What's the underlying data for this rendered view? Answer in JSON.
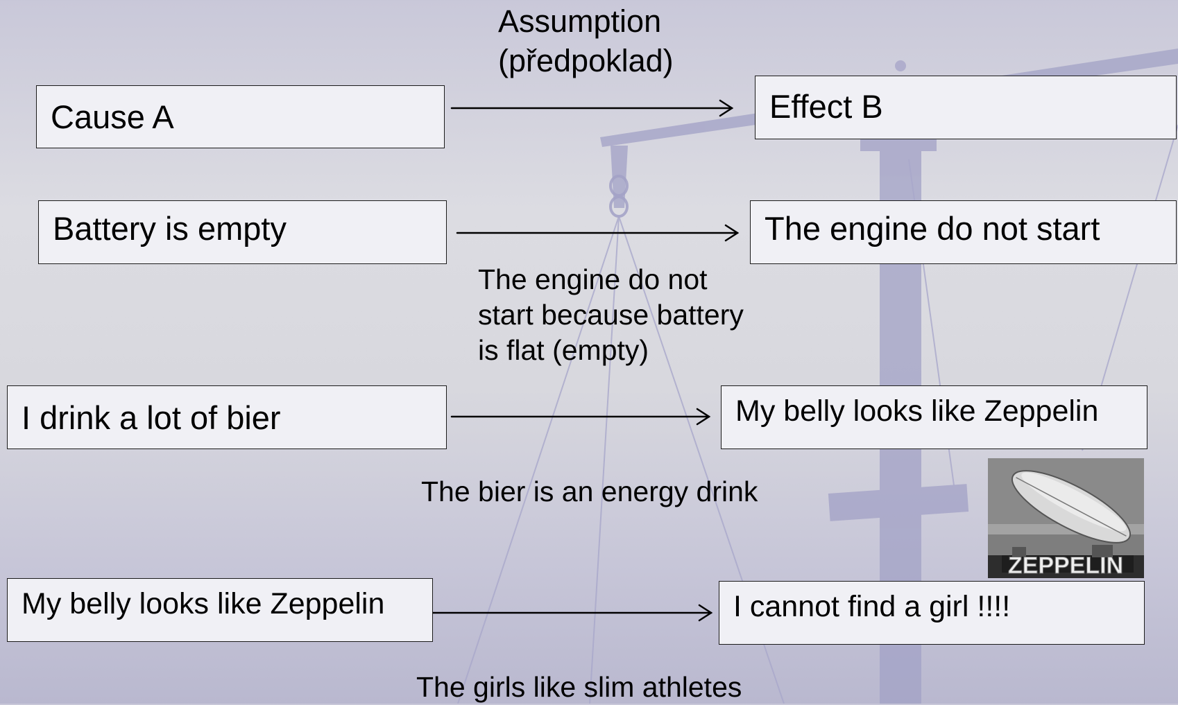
{
  "header": {
    "assumption_line1": "Assumption",
    "assumption_line2": "(předpoklad)"
  },
  "rows": [
    {
      "cause": "Cause A",
      "effect": "Effect B",
      "assumption": ""
    },
    {
      "cause": "Battery is empty",
      "effect": "The engine do not start",
      "assumption_lines": [
        "The engine do not",
        "start because battery",
        "is flat (empty)"
      ]
    },
    {
      "cause": "I drink a lot of bier",
      "effect": "My belly looks like Zeppelin",
      "assumption": "The bier is an energy drink"
    },
    {
      "cause": "My belly looks like Zeppelin",
      "effect": "I cannot find a girl !!!!",
      "assumption": "The girls like slim athletes"
    }
  ],
  "image": {
    "logo_text": "ZEPPELIN"
  },
  "colors": {
    "box_fill": "#f0f0f5",
    "border": "#1a1a1a",
    "scale_decoration": "#9d9cc4"
  }
}
